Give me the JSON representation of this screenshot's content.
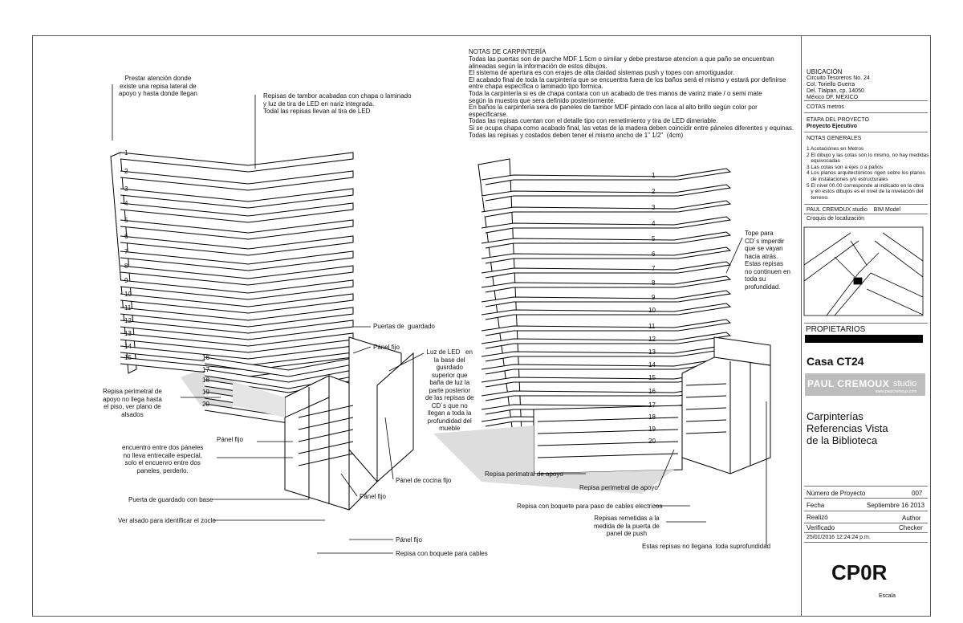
{
  "notes": {
    "title": "NOTAS DE CARPINTERÍA",
    "lines": [
      "Todas las puertas son de parche MDF 1.5cm o similar y debe prestarse atencion a que paño se encuentran",
      "alineadas según la información de estos dibujos.",
      "El sistema de apertura es con erajes de alta claidad sistemas push y topes con amortiguador.",
      "El acabado final de toda la carpintería que se encuentra fuera de los baños será el mismo y estará por definirse",
      "entre chapa específica o laminado tipo formica.",
      "Toda la carpintería si es de chapa contara con un acabado de tres manos de varinz mate / o semi mate",
      "según la muestra que sera definido posteriormente.",
      "En baños la carpintería sera de paneles de tambor MDF pintado con laca al alto brillo según color por",
      "especificarse.",
      "Todas las repisas cuentan con el detalle tipo con remetimiento y tira de LED dimeriable.",
      "Si se ocupa chapa como acabado final, las vetas de la madera deben coincidir entre páneles diferentes y equinas.",
      "Todas las repisas y costados deben tener el mismo ancho de 1\" 1/2\"  (4cm)"
    ]
  },
  "left_annotations": {
    "attention": "Prestar atención donde\nexiste una repisa lateral de\napoyo y hasta donde llegan",
    "shelves": "Repisas de tambor acabadas con chapa o laminado\ny luz de tira de LED en nariz integrada.\nTodal las repisas llevan al tira de LED",
    "perimeter": "Repisa perimetral de\napoyo no llega hasta\nel piso, ver plano de\nalsados",
    "doors": "Puertas de  guardado",
    "fixed_top": "Pánel fijo",
    "led": "Luz de LED   en\nla base del\ngusrdado\nsuperior que\nbaña de luz la\nparte posterior\nde las repisas de\nCD´s que no\nllegan a toda la\nprofundidad del\nmueble",
    "fixed_left": "Pánel fijo",
    "meeting": "encuentro entre dos páneles\nno lleva entrecalle especial,\nsolo el encuenro entre dos\npaneles, perderlo.",
    "kitchen": "Pánel de cocina fijo",
    "door_base": "Puerta de guardado con base",
    "fixed_mid": "Pánel fijo",
    "zoclo": "Ver alsado para identificar el zoclo",
    "fixed_bottom": "Pánel fijo",
    "cable_shelf": "Repisa con boquete para cables"
  },
  "left_numbers": [
    "1",
    "2",
    "3",
    "4",
    "5",
    "6",
    "7",
    "8",
    "9",
    "10",
    "11",
    "12",
    "13",
    "14",
    "15",
    "16",
    "17",
    "18",
    "19",
    "20"
  ],
  "right_numbers": [
    "1",
    "2",
    "3",
    "4",
    "5",
    "6",
    "7",
    "8",
    "9",
    "10",
    "11",
    "12",
    "13",
    "14",
    "15",
    "16",
    "17",
    "18",
    "19",
    "20"
  ],
  "right_annotations": {
    "cd_stop": "Tope para\nCD´s imperdir\nque se vayan\nhacia atrás.\nEstas repisas\nno continuen en\ntoda su\nprofundidad.",
    "perim1": "Repisa perimatral de apoyo",
    "perim2": "Repisa perimetral de apoyo",
    "cable_electric": "Repisa con boquete para paso de cables electricos",
    "push": "Repisas remetidas a la\nmedida de la puerta de\npanel de push",
    "depth": "Estas repisas no lleganа  toda suprofundidad"
  },
  "title_block": {
    "location_title": "UBICACIÓN",
    "location_lines": "Circuito Tesoreros No. 24\nCol. Toriello Guerra\nDel. Tlalpan, cp. 14050\nMéxico DF. MEXICO",
    "units": "COTAS metros",
    "stage_title": "ETAPA DEL PROYECTO",
    "stage_value": "Proyecto Ejecutivo",
    "general_title": "NOTAS GENERALES",
    "general_lines": "1 Acotaciónes en Metros\n2 El dibujo y las cotas son lo mismo, no hay medidas\n   equivocadas\n3 Las cotas son a ejes o a paños\n4 Los planos arquitectónicos rigen sobre los planos\n   de instalaciones y/o estructurales\n5 El nivel 00.00 corresponde al indicado en la obra\n   y en estos dibujos es el nivel de la nivelación del\n   terreno.",
    "studio_line": "PAUL CREMOUX studio    BIM Model",
    "croquis": "Croquis de localización",
    "owners": "PROPIETARIOS",
    "house": "Casa CT24",
    "logo_main": "PAUL CREMOUX",
    "logo_studio": "studio",
    "logo_url": "www.paulcremoux.com",
    "sheet_title": "Carpinterías\nReferencias Vista\nde la Biblioteca",
    "project_label": "Número de Proyecto",
    "project_value": "007",
    "date_label": "Fecha",
    "date_value": "Septiembre 16 2013",
    "made_label": "Realizó",
    "made_value": "Author",
    "checked_label": "Verificado",
    "checked_value": "Checker",
    "timestamp": "25/01/2016 12:24:24 p.m.",
    "code": "CP0R",
    "scale": "Escala"
  }
}
